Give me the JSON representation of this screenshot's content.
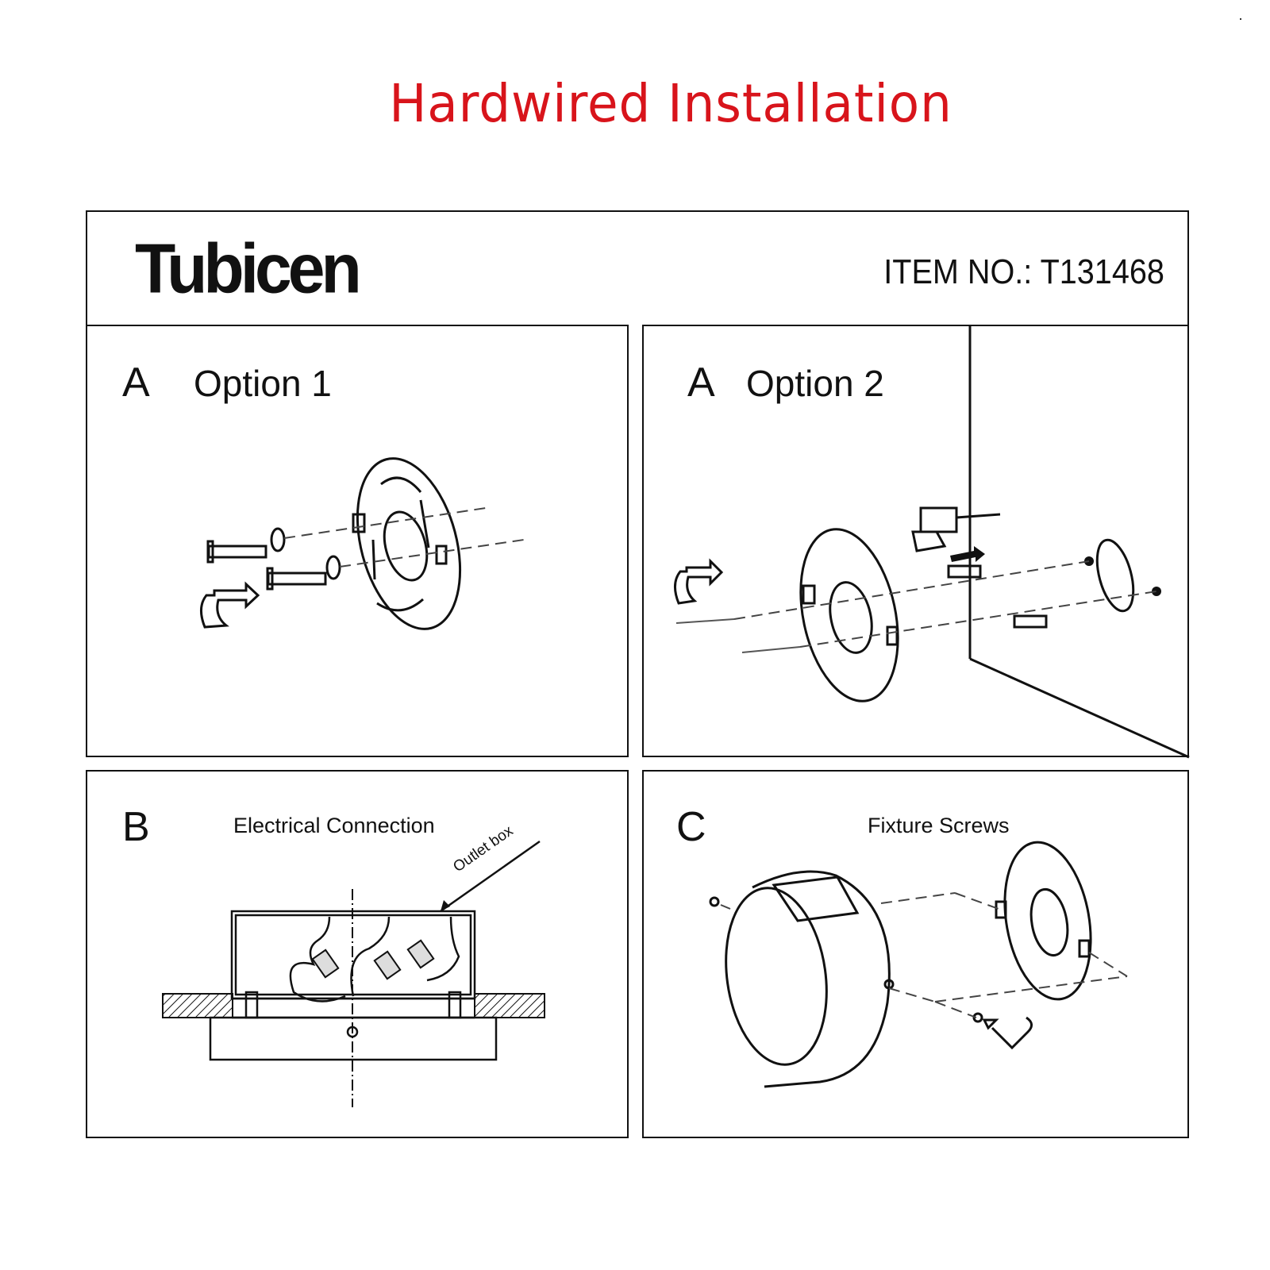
{
  "page": {
    "title": "Hardwired Installation",
    "title_color": "#d8141b"
  },
  "header": {
    "brand": "Tubicen",
    "item_number": "ITEM NO.: T131468"
  },
  "panels": [
    {
      "id": "a1",
      "letter": "A",
      "label": "Option 1"
    },
    {
      "id": "a2",
      "letter": "A",
      "label": "Option 2"
    },
    {
      "id": "b",
      "letter": "B",
      "label": "Electrical Connection",
      "callout": "Outlet box"
    },
    {
      "id": "c",
      "letter": "C",
      "label": "Fixture Screws"
    }
  ]
}
